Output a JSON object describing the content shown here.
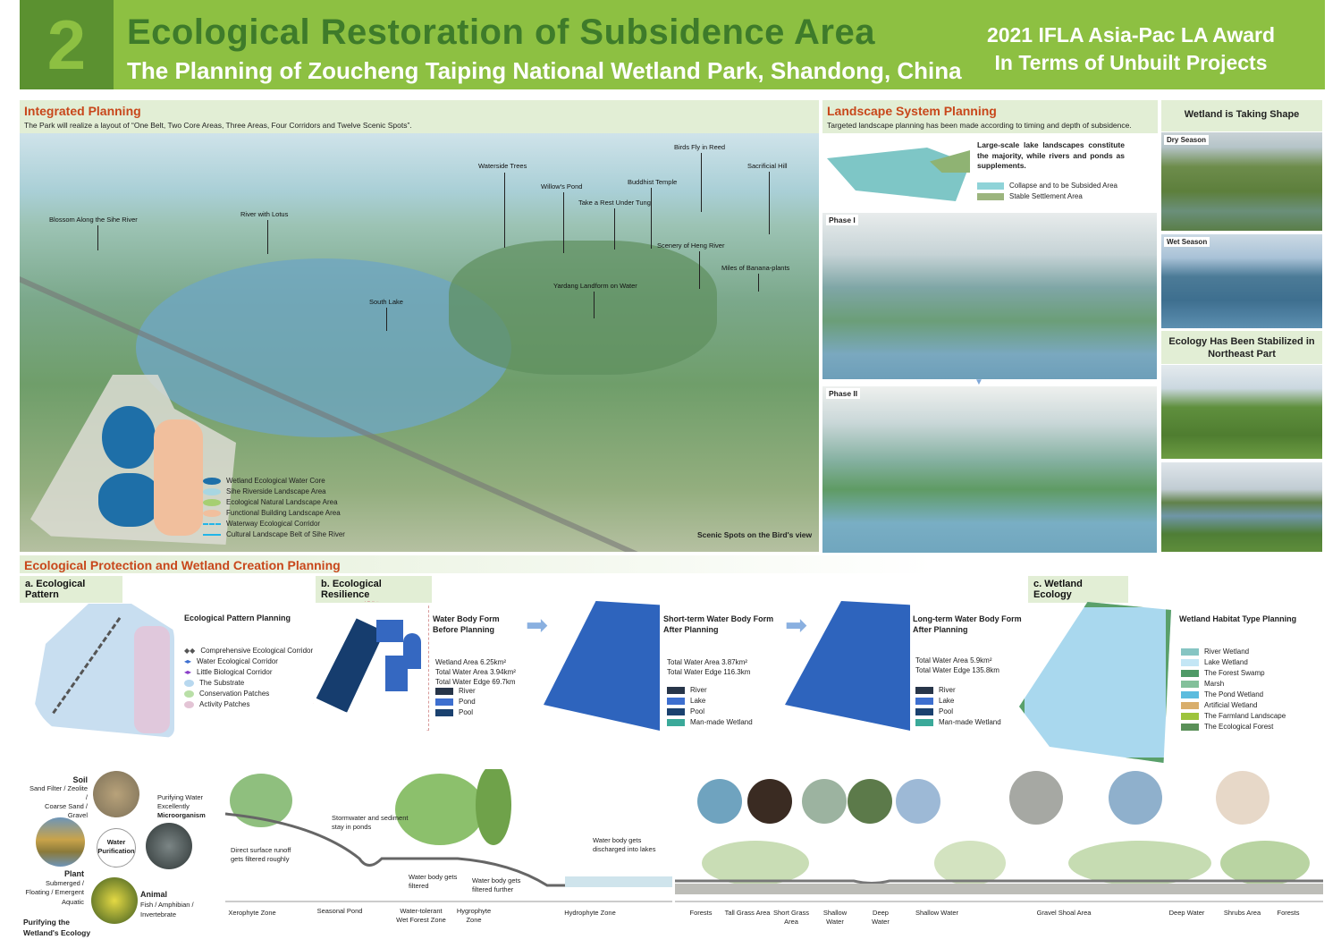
{
  "header": {
    "number": "2",
    "title": "Ecological Restoration of Subsidence Area",
    "subtitle": "The Planning of Zoucheng Taiping National Wetland Park, Shandong, China",
    "award_line1": "2021 IFLA Asia-Pac LA Award",
    "award_line2": "In Terms of Unbuilt Projects"
  },
  "integrated": {
    "title": "Integrated Planning",
    "desc": "The Park will realize a layout of “One Belt, Two Core Areas, Three Areas, Four Corridors and Twelve Scenic Spots”.",
    "caption": "Scenic Spots on the Bird's view",
    "spots": [
      "Birds Fly in Reed",
      "Sacrificial Hill",
      "Waterside Trees",
      "Buddhist Temple",
      "Willow's Pond",
      "Take a Rest Under Tung",
      "Blossom Along the Sihe River",
      "River with Lotus",
      "Scenery of Heng River",
      "Miles of Banana-plants",
      "Yardang Landform on Water",
      "South Lake"
    ],
    "legend": [
      "Wetland Ecological Water Core",
      "Sihe Riverside Landscape Area",
      "Ecological Natural Landscape Area",
      "Functional Building Landscape Area",
      "Waterway Ecological Corridor",
      "Cultural Landscape Belt of Sihe River"
    ]
  },
  "landscape": {
    "title": "Landscape System Planning",
    "desc": "Targeted landscape planning has been made according to timing and depth of subsidence.",
    "note": "Large-scale lake landscapes constitute the majority, while rivers and ponds as supplements.",
    "legend": [
      "Collapse and to be Subsided Area",
      "Stable Settlement Area"
    ],
    "phase1": "Phase I",
    "phase2": "Phase II"
  },
  "shape": {
    "title": "Wetland is Taking Shape",
    "dry": "Dry Season",
    "wet": "Wet Season",
    "stabilized": "Ecology Has Been Stabilized in Northeast Part"
  },
  "protection": {
    "title": "Ecological Protection and Wetland Creation Planning",
    "a": {
      "title": "a. Ecological Pattern",
      "heading": "Ecological Pattern Planning",
      "legend": [
        "Comprehensive Ecological Corridor",
        "Water Ecological Corridor",
        "Little Biological Corridor",
        "The Substrate",
        "Conservation Patches",
        "Activity Patches"
      ]
    },
    "b": {
      "title": "b. Ecological Resilience",
      "before": {
        "heading1": "Water Body Form",
        "heading2": "Before Planning",
        "stats": [
          "Wetland Area 6.25km²",
          "Total Water Area 3.94km²",
          "Total Water Edge 69.7km"
        ],
        "legend": [
          "River",
          "Pond",
          "Pool"
        ]
      },
      "short": {
        "heading1": "Short-term Water Body Form",
        "heading2": "After Planning",
        "stats": [
          "Total Water Area 3.87km²",
          "Total Water Edge 116.3km"
        ],
        "legend": [
          "River",
          "Lake",
          "Pool",
          "Man-made Wetland"
        ]
      },
      "long": {
        "heading1": "Long-term Water Body Form",
        "heading2": "After Planning",
        "stats": [
          "Total Water Area 5.9km²",
          "Total Water Edge 135.8km"
        ],
        "legend": [
          "River",
          "Lake",
          "Pool",
          "Man-made Wetland"
        ]
      }
    },
    "c": {
      "title": "c. Wetland Ecology",
      "heading": "Wetland Habitat Type Planning",
      "legend": [
        "River Wetland",
        "Lake Wetland",
        "The Forest Swamp",
        "Marsh",
        "The Pond Wetland",
        "Artificial Wetland",
        "The Farmland Landscape",
        "The Ecological Forest"
      ]
    }
  },
  "purification": {
    "center1": "Water",
    "center2": "Purification",
    "soil": "Soil",
    "soil_desc1": "Sand Filter / Zeolite /",
    "soil_desc2": "Coarse Sand / Gravel",
    "micro_desc1": "Purifying Water",
    "micro_desc2": "Excellently",
    "micro": "Microorganism",
    "plant": "Plant",
    "plant_desc1": "Submerged /",
    "plant_desc2": "Floating / Emergent",
    "plant_desc3": "Aquatic",
    "animal": "Animal",
    "animal_desc1": "Fish / Amphibian /",
    "animal_desc2": "Invertebrate",
    "footer1": "Purifying the",
    "footer2": "Wetland's Ecology"
  },
  "section1": {
    "notes": [
      "Direct surface runoff gets filtered roughly",
      "Stormwater and sediment stay in ponds",
      "Water body gets filtered",
      "Water body gets filtered further",
      "Water body gets discharged into lakes"
    ],
    "zones": [
      "Xerophyte Zone",
      "Seasonal Pond",
      "Water-tolerant Wet Forest Zone",
      "Hygrophyte Zone",
      "Hydrophyte Zone"
    ]
  },
  "section2": {
    "zones": [
      "Forests",
      "Tall Grass Area",
      "Short Grass Area",
      "Shallow Water",
      "Deep Water",
      "Shallow Water",
      "Gravel Shoal Area",
      "Deep Water",
      "Shrubs Area",
      "Forests"
    ]
  },
  "colors": {
    "header_green": "#8dc042",
    "accent_orange": "#c8471b",
    "band": "#e2eed5"
  }
}
